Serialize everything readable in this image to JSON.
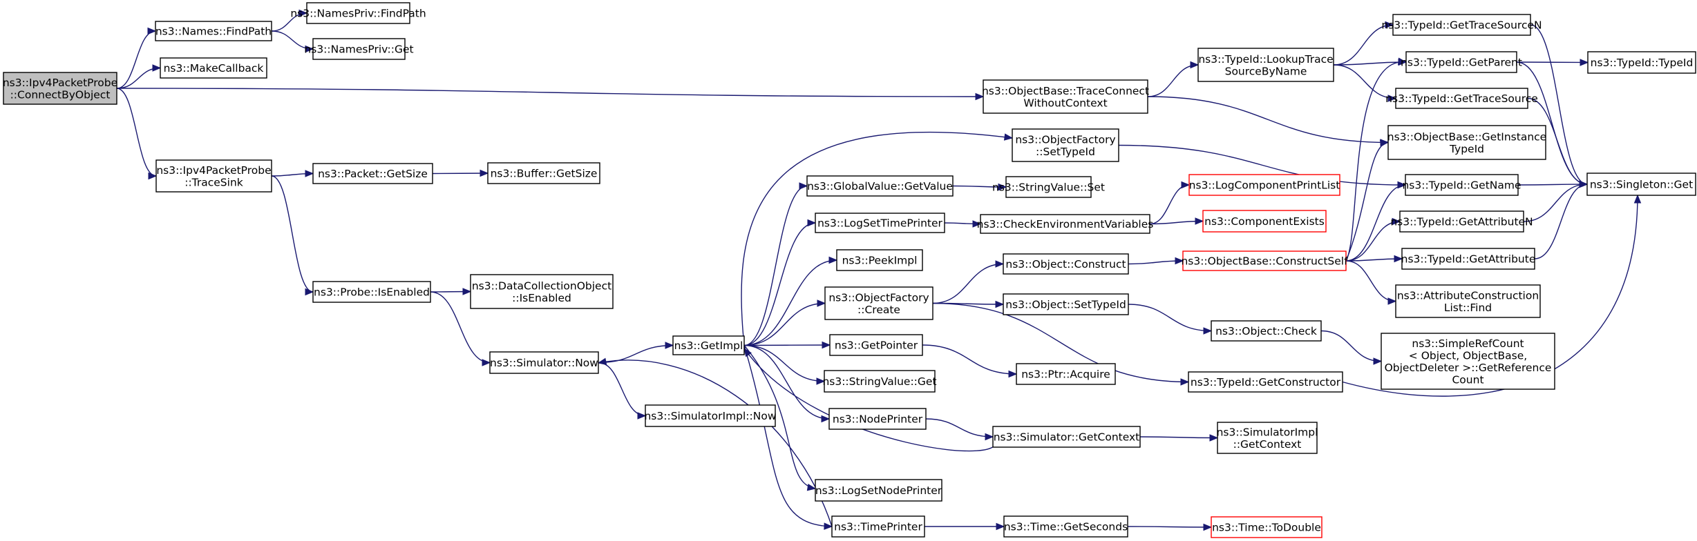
{
  "graph": {
    "edge_color": "#191970",
    "truncated_color": "#ff0000",
    "root_fill": "#bfbfbf",
    "nodes": [
      {
        "id": "n0",
        "lines": [
          "ns3::Ipv4PacketProbe",
          "::ConnectByObject"
        ],
        "kind": "root"
      },
      {
        "id": "n1",
        "lines": [
          "ns3::Names::FindPath"
        ]
      },
      {
        "id": "n2",
        "lines": [
          "ns3::NamesPriv::FindPath"
        ]
      },
      {
        "id": "n3",
        "lines": [
          "ns3::NamesPriv::Get"
        ]
      },
      {
        "id": "n4",
        "lines": [
          "ns3::MakeCallback"
        ]
      },
      {
        "id": "n5",
        "lines": [
          "ns3::ObjectBase::TraceConnect",
          "WithoutContext"
        ]
      },
      {
        "id": "n6",
        "lines": [
          "ns3::TypeId::LookupTrace",
          "SourceByName"
        ]
      },
      {
        "id": "n7",
        "lines": [
          "ns3::TypeId::GetTraceSourceN"
        ]
      },
      {
        "id": "n8",
        "lines": [
          "ns3::TypeId::GetParent"
        ]
      },
      {
        "id": "n9",
        "lines": [
          "ns3::TypeId::TypeId"
        ]
      },
      {
        "id": "n10",
        "lines": [
          "ns3::TypeId::GetTraceSource"
        ]
      },
      {
        "id": "n11",
        "lines": [
          "ns3::ObjectBase::GetInstance",
          "TypeId"
        ]
      },
      {
        "id": "n12",
        "lines": [
          "ns3::Singleton::Get"
        ]
      },
      {
        "id": "n13",
        "lines": [
          "ns3::TypeId::GetName"
        ]
      },
      {
        "id": "n14",
        "lines": [
          "ns3::Ipv4PacketProbe",
          "::TraceSink"
        ]
      },
      {
        "id": "n15",
        "lines": [
          "ns3::Packet::GetSize"
        ]
      },
      {
        "id": "n16",
        "lines": [
          "ns3::Buffer::GetSize"
        ]
      },
      {
        "id": "n17",
        "lines": [
          "ns3::Probe::IsEnabled"
        ]
      },
      {
        "id": "n18",
        "lines": [
          "ns3::DataCollectionObject",
          "::IsEnabled"
        ]
      },
      {
        "id": "n19",
        "lines": [
          "ns3::Simulator::Now"
        ]
      },
      {
        "id": "n20",
        "lines": [
          "ns3::SimulatorImpl::Now"
        ]
      },
      {
        "id": "n21",
        "lines": [
          "ns3::GetImpl"
        ]
      },
      {
        "id": "n22",
        "lines": [
          "ns3::ObjectFactory",
          "::SetTypeId"
        ]
      },
      {
        "id": "n23",
        "lines": [
          "ns3::GlobalValue::GetValue"
        ]
      },
      {
        "id": "n24",
        "lines": [
          "ns3::StringValue::Set"
        ]
      },
      {
        "id": "n25",
        "lines": [
          "ns3::LogSetTimePrinter"
        ]
      },
      {
        "id": "n26",
        "lines": [
          "ns3::CheckEnvironmentVariables"
        ]
      },
      {
        "id": "n27",
        "lines": [
          "ns3::LogComponentPrintList"
        ],
        "kind": "trunc"
      },
      {
        "id": "n28",
        "lines": [
          "ns3::ComponentExists"
        ],
        "kind": "trunc"
      },
      {
        "id": "n29",
        "lines": [
          "ns3::PeekImpl"
        ]
      },
      {
        "id": "n30",
        "lines": [
          "ns3::Object::Construct"
        ]
      },
      {
        "id": "n31",
        "lines": [
          "ns3::ObjectBase::ConstructSelf"
        ],
        "kind": "trunc"
      },
      {
        "id": "n32",
        "lines": [
          "ns3::TypeId::GetAttributeN"
        ]
      },
      {
        "id": "n33",
        "lines": [
          "ns3::TypeId::GetAttribute"
        ]
      },
      {
        "id": "n34",
        "lines": [
          "ns3::AttributeConstruction",
          "List::Find"
        ]
      },
      {
        "id": "n35",
        "lines": [
          "ns3::ObjectFactory",
          "::Create"
        ]
      },
      {
        "id": "n36",
        "lines": [
          "ns3::Object::SetTypeId"
        ]
      },
      {
        "id": "n37",
        "lines": [
          "ns3::Object::Check"
        ]
      },
      {
        "id": "n38",
        "lines": [
          "ns3::SimpleRefCount",
          "< Object, ObjectBase,",
          "ObjectDeleter >::GetReference",
          "Count"
        ]
      },
      {
        "id": "n39",
        "lines": [
          "ns3::TypeId::GetConstructor"
        ]
      },
      {
        "id": "n40",
        "lines": [
          "ns3::GetPointer"
        ]
      },
      {
        "id": "n41",
        "lines": [
          "ns3::Ptr::Acquire"
        ]
      },
      {
        "id": "n42",
        "lines": [
          "ns3::StringValue::Get"
        ]
      },
      {
        "id": "n43",
        "lines": [
          "ns3::NodePrinter"
        ]
      },
      {
        "id": "n44",
        "lines": [
          "ns3::Simulator::GetContext"
        ]
      },
      {
        "id": "n45",
        "lines": [
          "ns3::SimulatorImpl",
          "::GetContext"
        ]
      },
      {
        "id": "n46",
        "lines": [
          "ns3::LogSetNodePrinter"
        ]
      },
      {
        "id": "n47",
        "lines": [
          "ns3::TimePrinter"
        ]
      },
      {
        "id": "n48",
        "lines": [
          "ns3::Time::GetSeconds"
        ]
      },
      {
        "id": "n49",
        "lines": [
          "ns3::Time::ToDouble"
        ],
        "kind": "trunc"
      }
    ],
    "edges": [
      [
        "n0",
        "n1"
      ],
      [
        "n0",
        "n4"
      ],
      [
        "n0",
        "n5"
      ],
      [
        "n0",
        "n14"
      ],
      [
        "n1",
        "n2"
      ],
      [
        "n1",
        "n3"
      ],
      [
        "n5",
        "n6"
      ],
      [
        "n5",
        "n11"
      ],
      [
        "n6",
        "n7"
      ],
      [
        "n6",
        "n8"
      ],
      [
        "n6",
        "n10"
      ],
      [
        "n7",
        "n12"
      ],
      [
        "n8",
        "n9"
      ],
      [
        "n8",
        "n12"
      ],
      [
        "n10",
        "n12"
      ],
      [
        "n13",
        "n12"
      ],
      [
        "n14",
        "n15"
      ],
      [
        "n14",
        "n17"
      ],
      [
        "n15",
        "n16"
      ],
      [
        "n17",
        "n18"
      ],
      [
        "n17",
        "n19"
      ],
      [
        "n19",
        "n21"
      ],
      [
        "n19",
        "n20"
      ],
      [
        "n21",
        "n22"
      ],
      [
        "n21",
        "n23"
      ],
      [
        "n21",
        "n25"
      ],
      [
        "n21",
        "n29"
      ],
      [
        "n21",
        "n35"
      ],
      [
        "n21",
        "n40"
      ],
      [
        "n21",
        "n42"
      ],
      [
        "n21",
        "n43"
      ],
      [
        "n21",
        "n46"
      ],
      [
        "n21",
        "n47"
      ],
      [
        "n22",
        "n13"
      ],
      [
        "n23",
        "n24"
      ],
      [
        "n25",
        "n26"
      ],
      [
        "n26",
        "n27"
      ],
      [
        "n26",
        "n28"
      ],
      [
        "n35",
        "n30"
      ],
      [
        "n35",
        "n36"
      ],
      [
        "n35",
        "n39"
      ],
      [
        "n30",
        "n31"
      ],
      [
        "n31",
        "n8"
      ],
      [
        "n31",
        "n11"
      ],
      [
        "n31",
        "n13"
      ],
      [
        "n31",
        "n32"
      ],
      [
        "n31",
        "n33"
      ],
      [
        "n31",
        "n34"
      ],
      [
        "n32",
        "n12"
      ],
      [
        "n33",
        "n12"
      ],
      [
        "n36",
        "n37"
      ],
      [
        "n37",
        "n38"
      ],
      [
        "n39",
        "n12"
      ],
      [
        "n40",
        "n41"
      ],
      [
        "n43",
        "n44"
      ],
      [
        "n44",
        "n45"
      ],
      [
        "n44",
        "n21"
      ],
      [
        "n47",
        "n19"
      ],
      [
        "n47",
        "n48"
      ],
      [
        "n48",
        "n49"
      ]
    ]
  }
}
